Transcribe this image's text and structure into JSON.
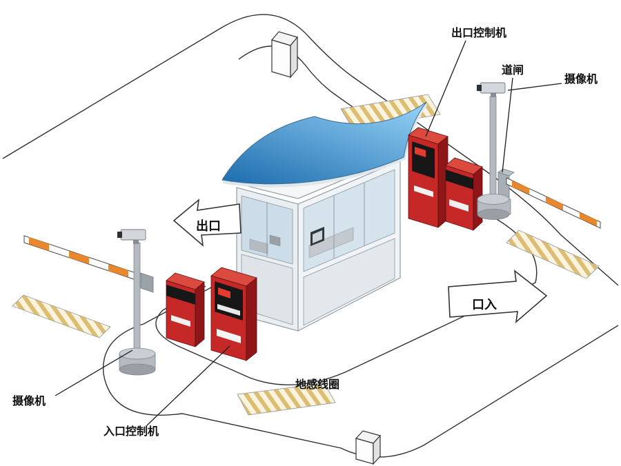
{
  "labels": {
    "exit_controller": "出口控制机",
    "barrier_gate": "道闸",
    "camera_top_right": "摄像机",
    "camera_bottom_left": "摄像机",
    "entrance_controller": "入口控制机",
    "ground_loop": "地感线圈",
    "exit_direction": "出口",
    "entrance_direction": "口入"
  },
  "colors": {
    "machine_red": "#c62828",
    "machine_red_dark": "#8e1518",
    "machine_red_top": "#da4a3e",
    "panel_black": "#171717",
    "led_red": "#e23c2e",
    "canopy_blue_dark": "#1d6cae",
    "canopy_blue_light": "#8ecdf3",
    "arm_orange": "#e8872b",
    "hatch_tan": "#dcbd72",
    "hatch_bg": "#faf4de",
    "pole_gray": "#b5bac0",
    "road_line": "#2f2f2f"
  }
}
